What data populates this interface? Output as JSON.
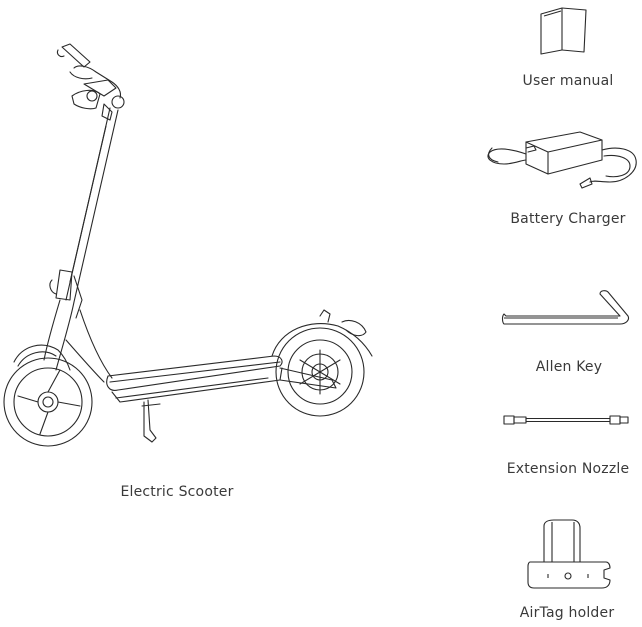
{
  "items": {
    "scooter": {
      "label": "Electric Scooter"
    },
    "manual": {
      "label": "User manual"
    },
    "charger": {
      "label": "Battery Charger"
    },
    "allen_key": {
      "label": "Allen Key"
    },
    "nozzle": {
      "label": "Extension Nozzle"
    },
    "airtag": {
      "label": "AirTag holder"
    }
  },
  "colors": {
    "line": "#2a2a2a",
    "text": "#3a3a3a",
    "background": "#ffffff"
  }
}
